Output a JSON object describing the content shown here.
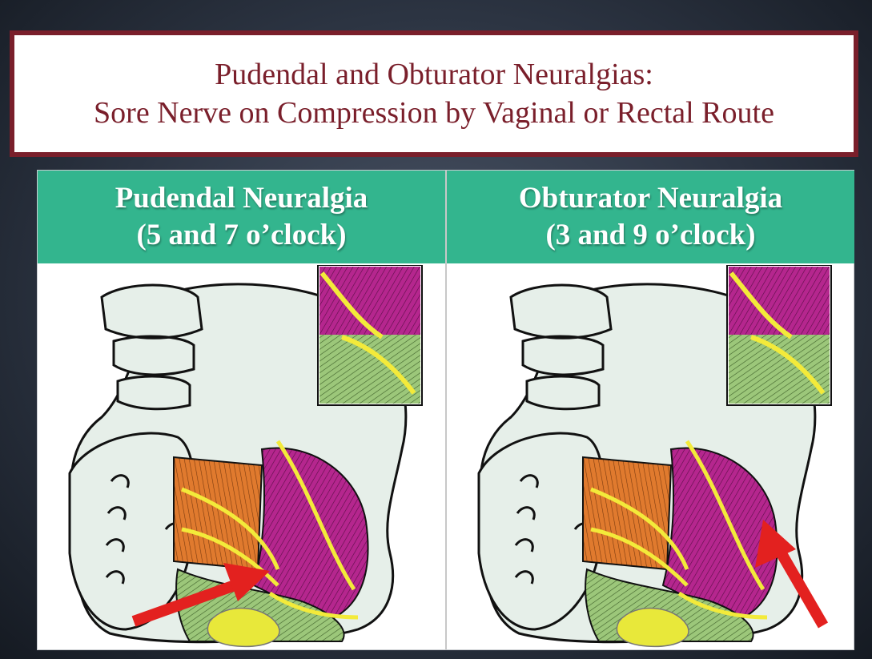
{
  "slide": {
    "title_line1": "Pudendal and Obturator Neuralgias:",
    "title_line2": "Sore Nerve on Compression by Vaginal or Rectal Route"
  },
  "panels": [
    {
      "heading_line1": "Pudendal Neuralgia",
      "heading_line2": "(5 and 7 o’clock)",
      "arrow_icon": "arrow-pointing-pudendal-nerve"
    },
    {
      "heading_line1": "Obturator Neuralgia",
      "heading_line2": "(3 and 9 o’clock)",
      "arrow_icon": "arrow-pointing-obturator-nerve"
    }
  ],
  "colors": {
    "title_border": "#7a1f2b",
    "title_text": "#7a1f2b",
    "header_bg": "#33b58e",
    "bone": "#e6efe9",
    "piriformis": "#e07a2e",
    "obturator_internus": "#b5268e",
    "levator_ani": "#9cc77a",
    "nerve": "#f3ea3a",
    "arrow": "#e3211f"
  }
}
